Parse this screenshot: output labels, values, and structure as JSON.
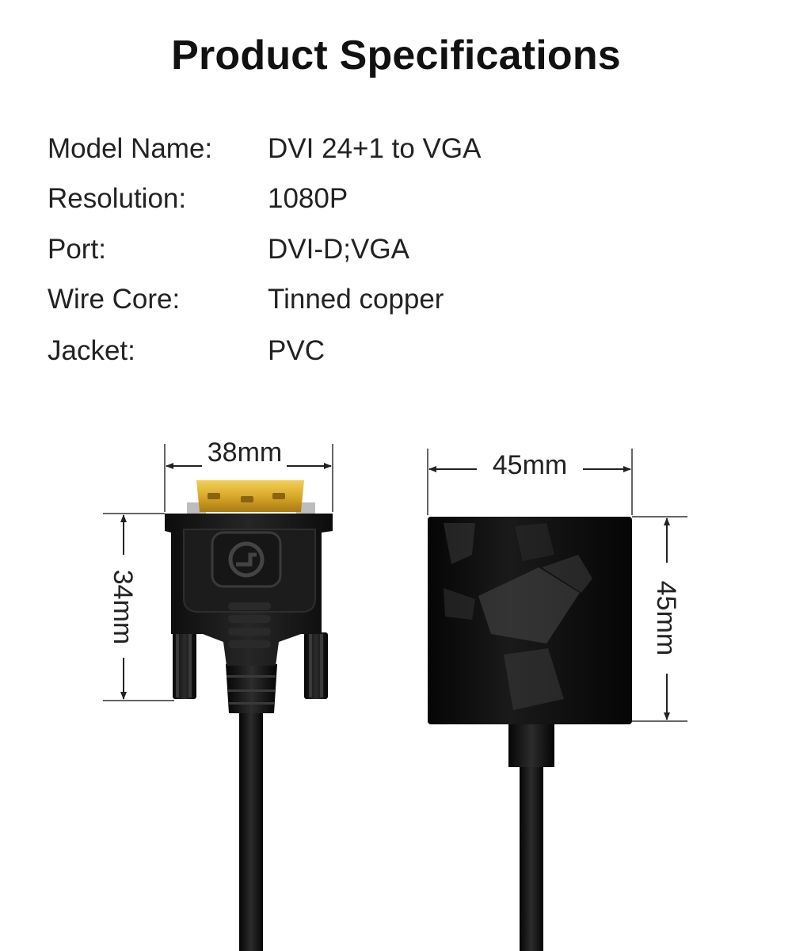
{
  "page": {
    "title": "Product Specifications"
  },
  "specs": [
    {
      "label": "Model Name:",
      "value": "DVI 24+1 to VGA"
    },
    {
      "label": "Resolution:",
      "value": "1080P"
    },
    {
      "label": "Port:",
      "value": "DVI-D;VGA"
    },
    {
      "label": "Wire Core:",
      "value": "Tinned copper"
    },
    {
      "label": "Jacket:",
      "value": "PVC"
    }
  ],
  "dimensions": {
    "dvi_width": "38mm",
    "dvi_height": "34mm",
    "vga_width": "45mm",
    "vga_height": "45mm"
  },
  "colors": {
    "gold_contact": "#d9a92a",
    "connector_body": "#151515",
    "vga_body": "#0a0a0a"
  },
  "icons": {
    "logo": "dvi-logo-icon"
  }
}
